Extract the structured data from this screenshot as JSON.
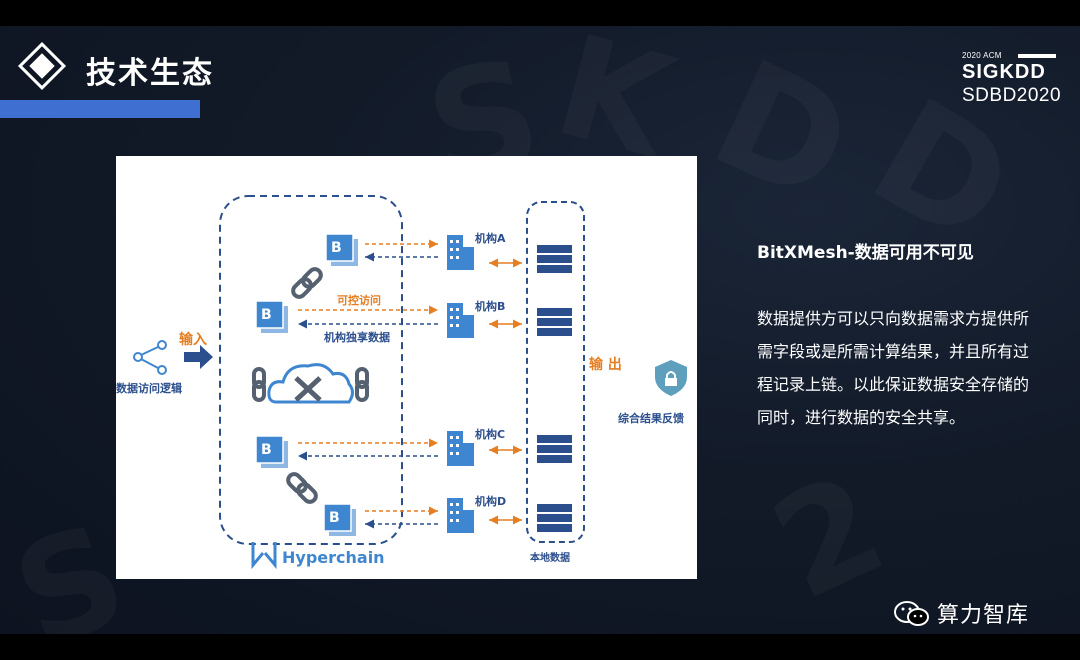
{
  "slide": {
    "title": "技术生态",
    "logo": {
      "line1": "2020 ACM",
      "line2": "SIGKDD",
      "line3": "SDBD2020"
    }
  },
  "figure": {
    "left_label": "数据访问逻辑",
    "input_label": "输入",
    "controlled_access": "可控访问",
    "exclusive_data": "机构独享数据",
    "block_letter": "B",
    "brand": "Hyperchain",
    "institutions": [
      "机构A",
      "机构B",
      "机构C",
      "机构D"
    ],
    "local_data": "本地数据",
    "output_label": "输 出",
    "feedback_label": "综合结果反馈",
    "colors": {
      "navy": "#2b4e8c",
      "orange": "#e67e22",
      "blue": "#3f86d0",
      "shield": "#5e9fbd"
    }
  },
  "right_panel": {
    "heading": "BitXMesh-数据可用不可见",
    "body": "数据提供方可以只向数据需求方提供所需字段或是所需计算结果，并且所有过程记录上链。以此保证数据安全存储的同时，进行数据的安全共享。"
  },
  "footer": {
    "brand": "算力智库",
    "icon": "wechat-icon"
  }
}
